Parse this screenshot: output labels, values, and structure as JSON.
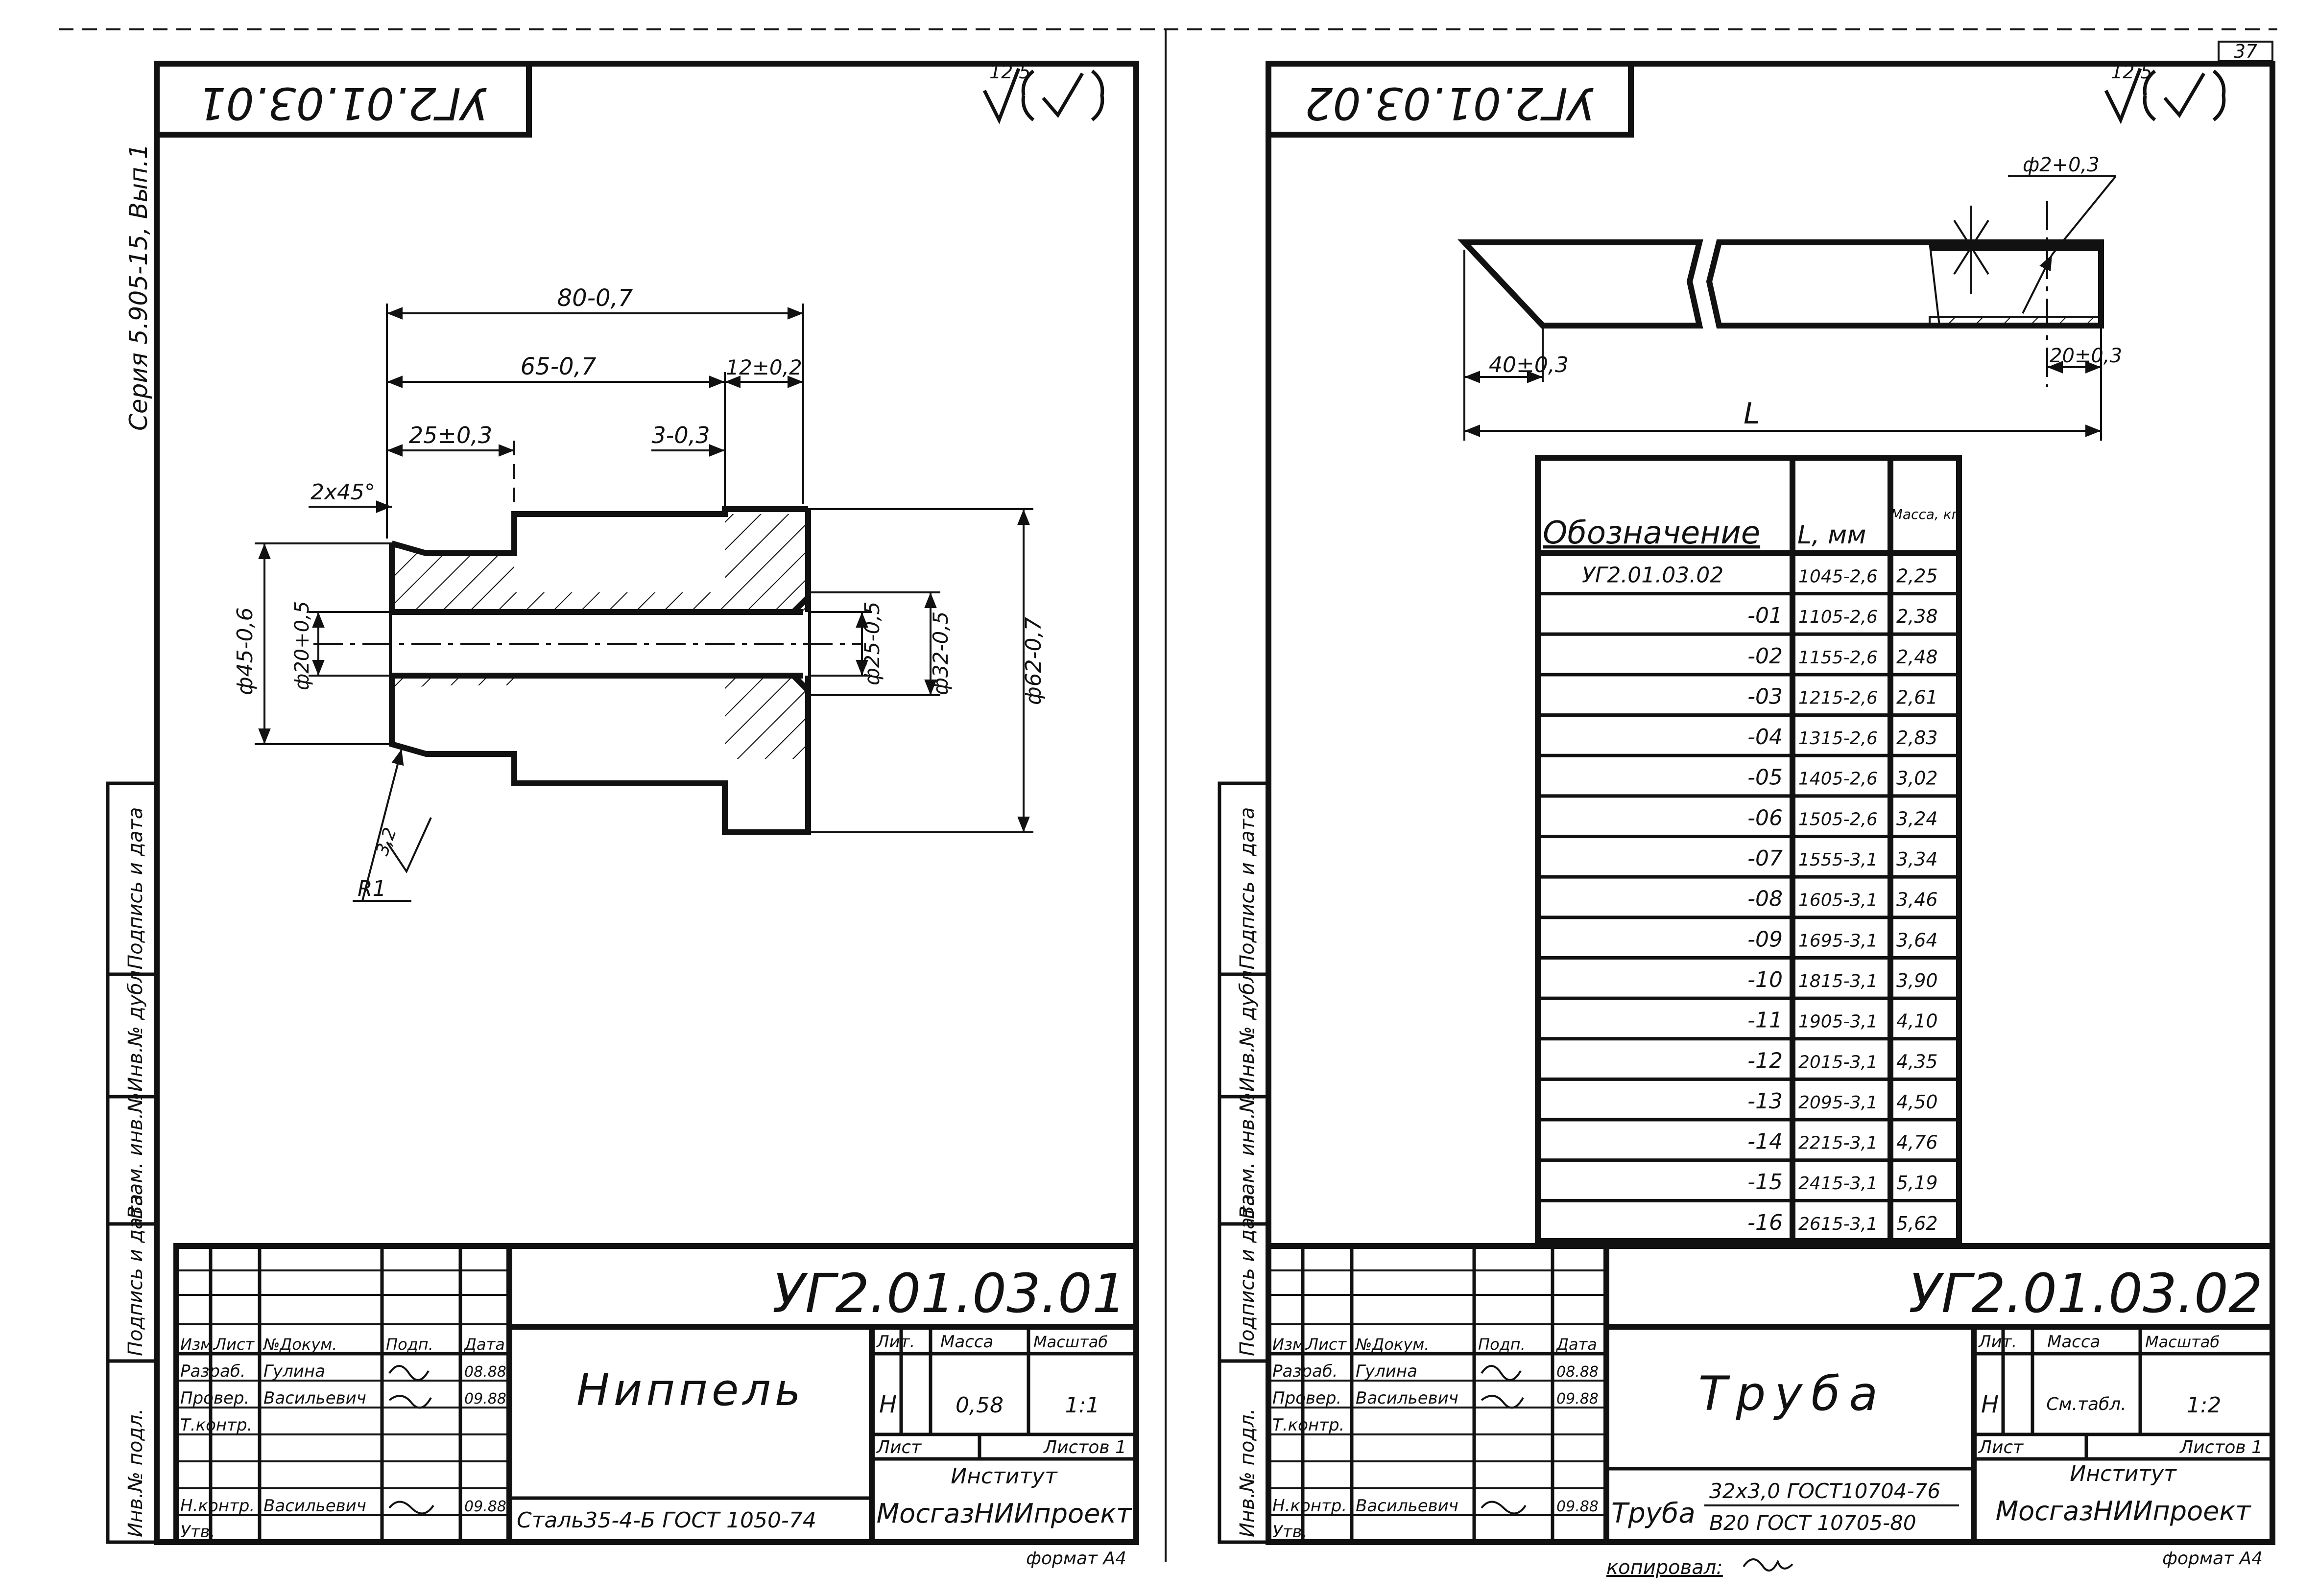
{
  "page_number": "37",
  "series_label": "Серия 5.905-15, Вып.1",
  "format_label": "формат А4",
  "copied_label": "копировал:",
  "roughness_general": "12,5",
  "side_stamp": [
    "Инв.№ подл.",
    "Подпись и дата",
    "Взам. инв.№",
    "Инв.№ дубл.",
    "Подпись и дата"
  ],
  "sheet1": {
    "top_code": "УГ2.01.03.01",
    "code": "УГ2.01.03.01",
    "title": "Ниппель",
    "material": "Сталь35-4-Б ГОСТ 1050-74",
    "mass": "0,58",
    "scale": "1:1",
    "litera": "Н",
    "sheet_label": "Лист",
    "sheets_label": "Листов 1",
    "org1": "Институт",
    "org2": "МосгазНИИпроект",
    "headers": {
      "lit": "Лит.",
      "mass": "Масса",
      "scale": "Масштаб"
    },
    "signatures": {
      "header": [
        "Изм.",
        "Лист",
        "№Докум.",
        "Подп.",
        "Дата"
      ],
      "rows": [
        {
          "role": "Разраб.",
          "name": "Гулина",
          "date": "08.88"
        },
        {
          "role": "Провер.",
          "name": "Васильевич",
          "date": "09.88"
        },
        {
          "role": "Т.контр.",
          "name": "",
          "date": ""
        },
        {
          "role": "Н.контр.",
          "name": "Васильевич",
          "date": "09.88"
        },
        {
          "role": "Утв.",
          "name": "",
          "date": ""
        }
      ]
    },
    "dims": {
      "overall_len": "80-0,7",
      "len_65": "65-0,7",
      "len_12": "12±0,2",
      "len_25": "25±0,3",
      "len_3": "3-0,3",
      "chamfer": "2x45°",
      "d45": "ф45-0,6",
      "d20": "ф20+0,5",
      "d25": "ф25-0,5",
      "d32": "ф32-0,5",
      "d62": "ф62-0,7",
      "roughness": "3,2",
      "radius": "R1"
    }
  },
  "sheet2": {
    "top_code": "УГ2.01.03.02",
    "code": "УГ2.01.03.02",
    "title": "Труба",
    "material_prefix": "Труба",
    "material_line1": "32х3,0 ГОСТ10704-76",
    "material_line2": "В20 ГОСТ 10705-80",
    "mass": "См.табл.",
    "scale": "1:2",
    "litera": "Н",
    "sheet_label": "Лист",
    "sheets_label": "Листов 1",
    "org1": "Институт",
    "org2": "МосгазНИИпроект",
    "headers": {
      "lit": "Лит.",
      "mass": "Масса",
      "scale": "Масштаб"
    },
    "signatures": {
      "header": [
        "Изм.",
        "Лист",
        "№Докум.",
        "Подп.",
        "Дата"
      ],
      "rows": [
        {
          "role": "Разраб.",
          "name": "Гулина",
          "date": "08.88"
        },
        {
          "role": "Провер.",
          "name": "Васильевич",
          "date": "09.88"
        },
        {
          "role": "Т.контр.",
          "name": "",
          "date": ""
        },
        {
          "role": "Н.контр.",
          "name": "Васильевич",
          "date": "09.88"
        },
        {
          "role": "Утв.",
          "name": "",
          "date": ""
        }
      ]
    },
    "dims": {
      "hole": "ф2+0,3",
      "len_40": "40±0,3",
      "len_20": "20±0,3",
      "L": "L"
    },
    "table": {
      "headers": [
        "Обозначение",
        "L, мм",
        "Масса, кг"
      ],
      "rows": [
        [
          "УГ2.01.03.02",
          "1045-2,6",
          "2,25"
        ],
        [
          "-01",
          "1105-2,6",
          "2,38"
        ],
        [
          "-02",
          "1155-2,6",
          "2,48"
        ],
        [
          "-03",
          "1215-2,6",
          "2,61"
        ],
        [
          "-04",
          "1315-2,6",
          "2,83"
        ],
        [
          "-05",
          "1405-2,6",
          "3,02"
        ],
        [
          "-06",
          "1505-2,6",
          "3,24"
        ],
        [
          "-07",
          "1555-3,1",
          "3,34"
        ],
        [
          "-08",
          "1605-3,1",
          "3,46"
        ],
        [
          "-09",
          "1695-3,1",
          "3,64"
        ],
        [
          "-10",
          "1815-3,1",
          "3,90"
        ],
        [
          "-11",
          "1905-3,1",
          "4,10"
        ],
        [
          "-12",
          "2015-3,1",
          "4,35"
        ],
        [
          "-13",
          "2095-3,1",
          "4,50"
        ],
        [
          "-14",
          "2215-3,1",
          "4,76"
        ],
        [
          "-15",
          "2415-3,1",
          "5,19"
        ],
        [
          "-16",
          "2615-3,1",
          "5,62"
        ]
      ]
    }
  }
}
